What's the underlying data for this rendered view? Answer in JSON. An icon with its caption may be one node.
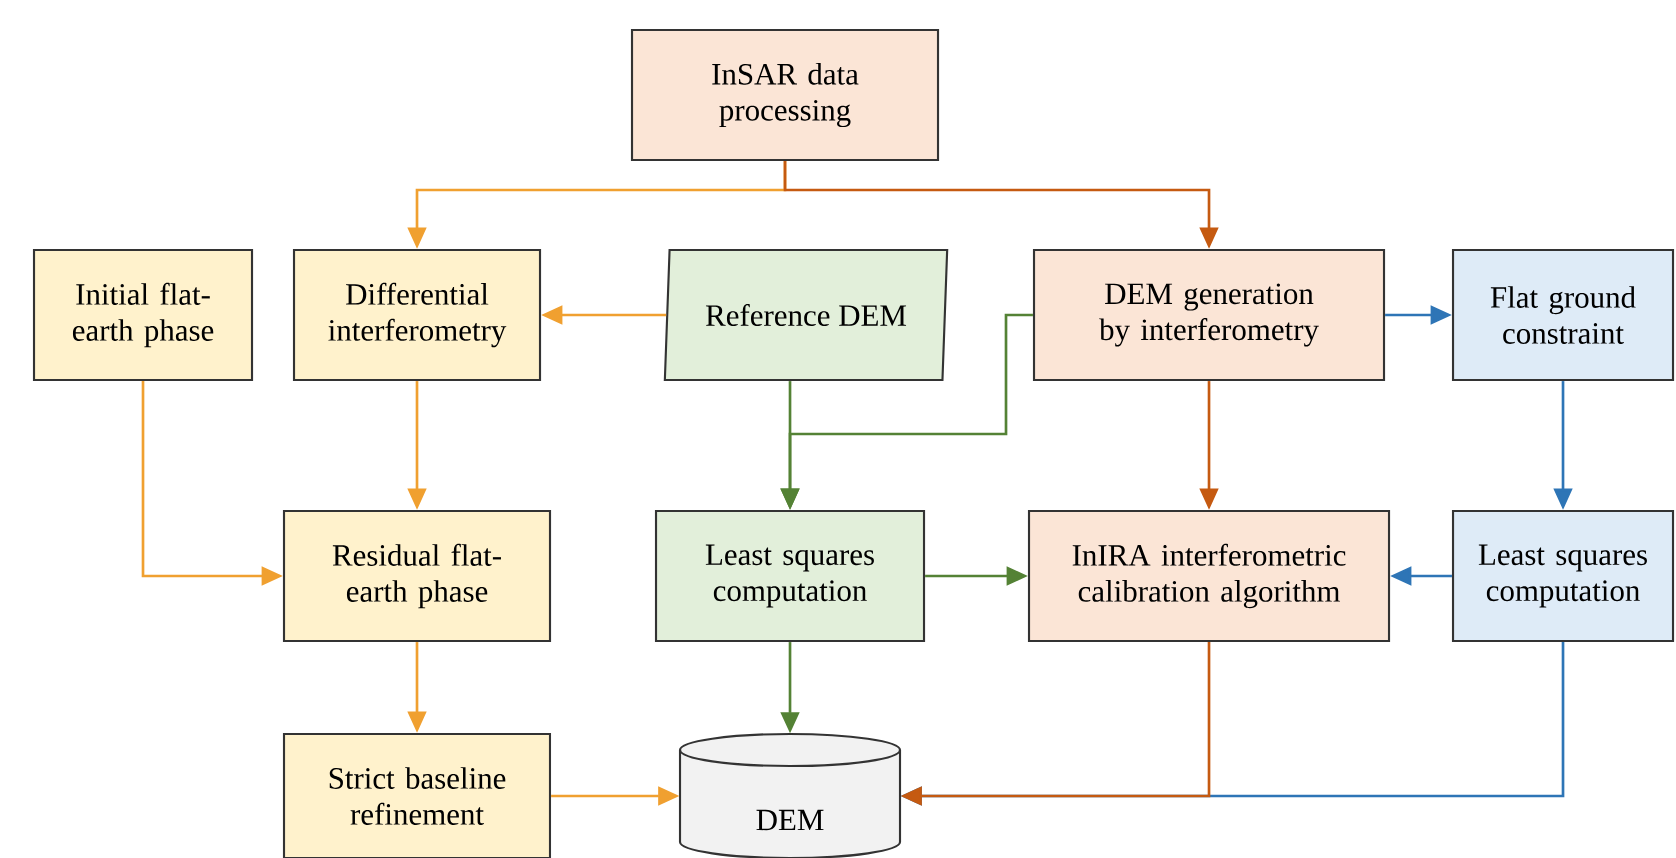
{
  "diagram": {
    "nodes": [
      {
        "text": [
          "InSAR data processing"
        ]
      },
      {
        "text": [
          "Initial flat-earth phase"
        ]
      },
      {
        "text": [
          "Differential interferometry"
        ]
      },
      {
        "text": [
          "Reference DEM"
        ]
      },
      {
        "text": [
          "DEM generation by interferometry"
        ]
      },
      {
        "text": [
          "Flat ground constraint"
        ]
      },
      {
        "text": [
          "Residual flat-earth phase"
        ]
      },
      {
        "text": [
          "Least squares computation"
        ]
      },
      {
        "text": [
          "InIRA interferometric calibration algorithm"
        ]
      },
      {
        "text": [
          "Least squares computation"
        ]
      },
      {
        "text": [
          "Strict baseline refinement"
        ]
      },
      {
        "text": [
          "DEM"
        ]
      }
    ],
    "edges": [
      {
        "from": 0,
        "to": 2,
        "arrow": "to"
      },
      {
        "from": 0,
        "to": 4,
        "arrow": "to",
        "color": "#c55a11"
      },
      {
        "from": 3,
        "to": 2,
        "arrow": "to"
      },
      {
        "from": 3,
        "to": 7,
        "arrow": "to",
        "color": "#548235"
      },
      {
        "from": 4,
        "to": 7,
        "arrow": "to",
        "color": "#548235"
      },
      {
        "from": 4,
        "to": 5,
        "arrow": "to",
        "color": "#2e75b6"
      },
      {
        "from": 4,
        "to": 8,
        "arrow": "to",
        "color": "#c55a11"
      },
      {
        "from": 1,
        "to": 6,
        "arrow": "to"
      },
      {
        "from": 2,
        "to": 6,
        "arrow": "to"
      },
      {
        "from": 5,
        "to": 9,
        "arrow": "to",
        "color": "#2e75b6"
      },
      {
        "from": 7,
        "to": 8,
        "arrow": "to",
        "color": "#548235"
      },
      {
        "from": 9,
        "to": 8,
        "arrow": "to",
        "color": "#2e75b6"
      },
      {
        "from": 6,
        "to": 10,
        "arrow": "to"
      },
      {
        "from": 10,
        "to": 11,
        "arrow": "to"
      },
      {
        "from": 7,
        "to": 11,
        "arrow": "to",
        "color": "#548235"
      },
      {
        "from": 9,
        "to": 11,
        "arrow": "to",
        "color": "#2e75b6"
      },
      {
        "from": 8,
        "to": 11,
        "arrow": "to",
        "color": "#c55a11"
      }
    ]
  }
}
